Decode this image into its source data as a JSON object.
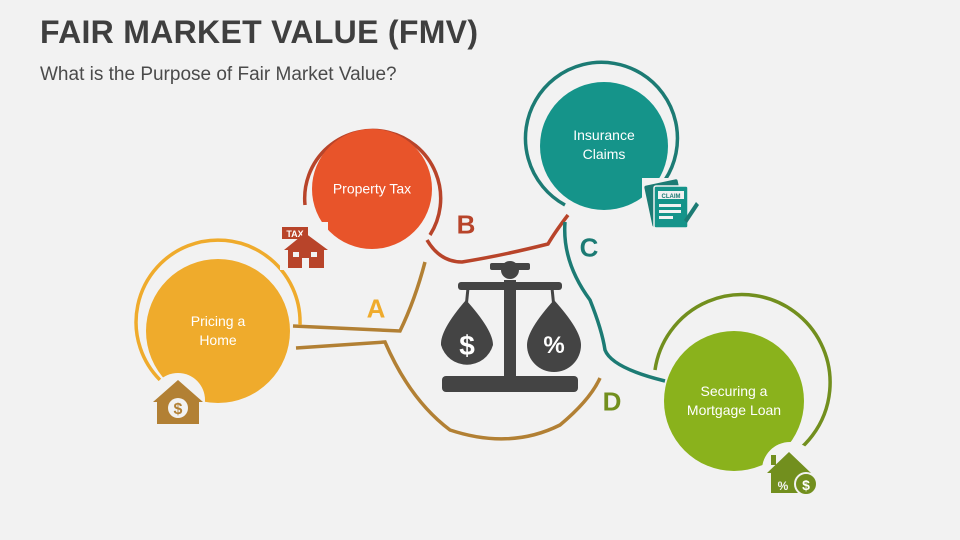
{
  "header": {
    "title": "FAIR MARKET VALUE (FMV)",
    "subtitle": "What is the Purpose of Fair Market Value?"
  },
  "colors": {
    "a": "#efab2c",
    "a_icon": "#b28034",
    "b": "#e8542a",
    "b_ring": "#b8442a",
    "c": "#15948a",
    "c_ring": "#1c7b74",
    "d": "#8ab21c",
    "d_ring": "#728f1e",
    "center_icon": "#444444"
  },
  "items": [
    {
      "letter": "A",
      "label": "Pricing a Home",
      "icon": "house-dollar-icon"
    },
    {
      "letter": "B",
      "label": "Property Tax",
      "icon": "tax-house-icon"
    },
    {
      "letter": "C",
      "label": "Insurance Claims",
      "icon": "claim-document-icon",
      "icon_text": "CLAIM"
    },
    {
      "letter": "D",
      "label": "Securing a Mortgage Loan",
      "icon": "mortgage-house-icon"
    }
  ],
  "center": {
    "icon": "balance-scale-icon"
  },
  "tax_sign": "TAX"
}
